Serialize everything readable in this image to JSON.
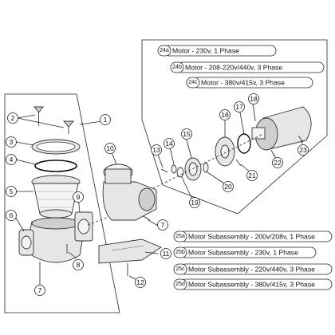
{
  "callouts": {
    "c1": "1",
    "c2": "2",
    "c3": "3",
    "c4": "4",
    "c5": "5",
    "c6": "6",
    "c7a": "7",
    "c7b": "7",
    "c8": "8",
    "c9": "9",
    "c10": "10",
    "c11": "11",
    "c12": "12",
    "c13": "13",
    "c14": "14",
    "c15": "15",
    "c16": "16",
    "c17": "17",
    "c18": "18",
    "c19": "19",
    "c20": "20",
    "c21": "21",
    "c22": "22",
    "c23": "23"
  },
  "motors": [
    {
      "code": "24a",
      "label": "Motor - 230v, 1 Phase"
    },
    {
      "code": "24b",
      "label": "Motor - 208-220v/440v, 3 Phase"
    },
    {
      "code": "24c",
      "label": "Motor - 380v/415v, 3 Phase"
    }
  ],
  "subassemblies": [
    {
      "code": "25a",
      "label": "Motor Subassembly - 200v/208v, 1 Phase"
    },
    {
      "code": "25b",
      "label": "Motor Subassembly - 230v, 1 Phase"
    },
    {
      "code": "25c",
      "label": "Motor Subassembly - 220v/440v, 3 Phase"
    },
    {
      "code": "25d",
      "label": "Motor Subassembly - 380v/415v, 3 Phase"
    }
  ]
}
